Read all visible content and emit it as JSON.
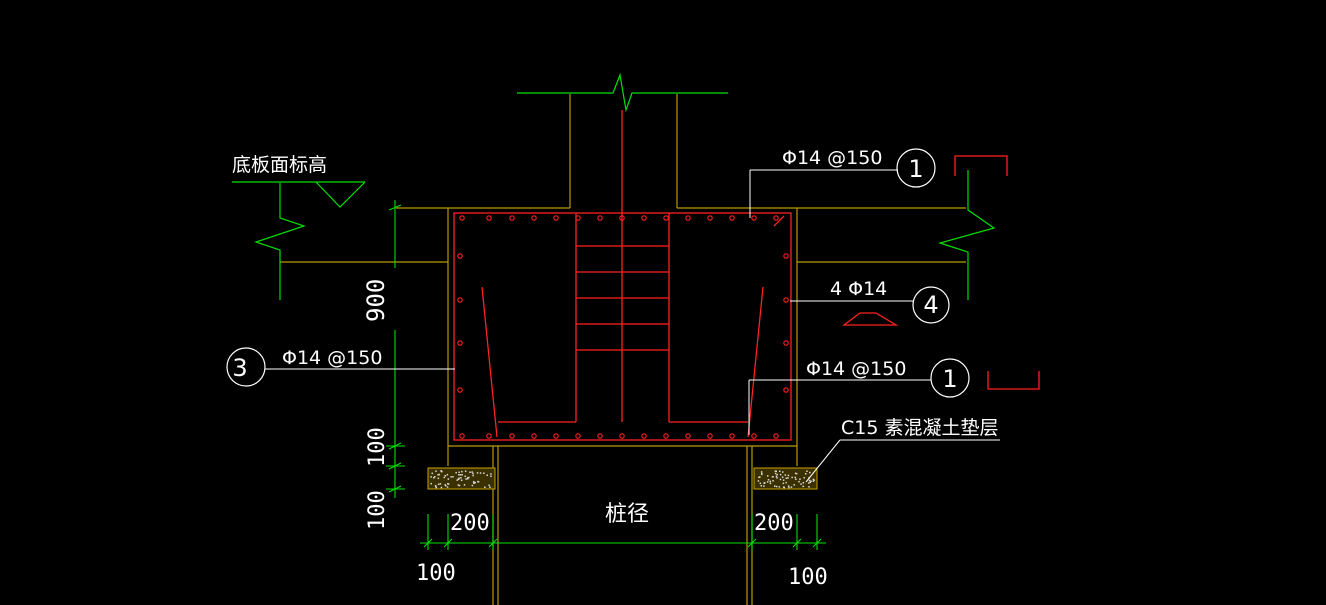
{
  "labels": {
    "slab_top_elevation": "底板面标高",
    "rebar_top": "Φ14 @150",
    "rebar_side": "Φ14 @150",
    "rebar_bottom": "Φ14 @150",
    "rebar_corner": "4 Φ14",
    "cushion": "C15 素混凝土垫层",
    "pile_diameter": "桩径"
  },
  "markers": {
    "m1_top": "1",
    "m1_bottom": "1",
    "m3": "3",
    "m4": "4"
  },
  "dimensions": {
    "d900": "900",
    "d100_a": "100",
    "d100_b": "100",
    "d200_left": "200",
    "d200_right": "200",
    "d100_left": "100",
    "d100_right": "100"
  },
  "colors": {
    "background": "#000000",
    "structure": "#c8a000",
    "rebar": "#ff2020",
    "dimension": "#00e000",
    "leader": "#ffffff"
  }
}
